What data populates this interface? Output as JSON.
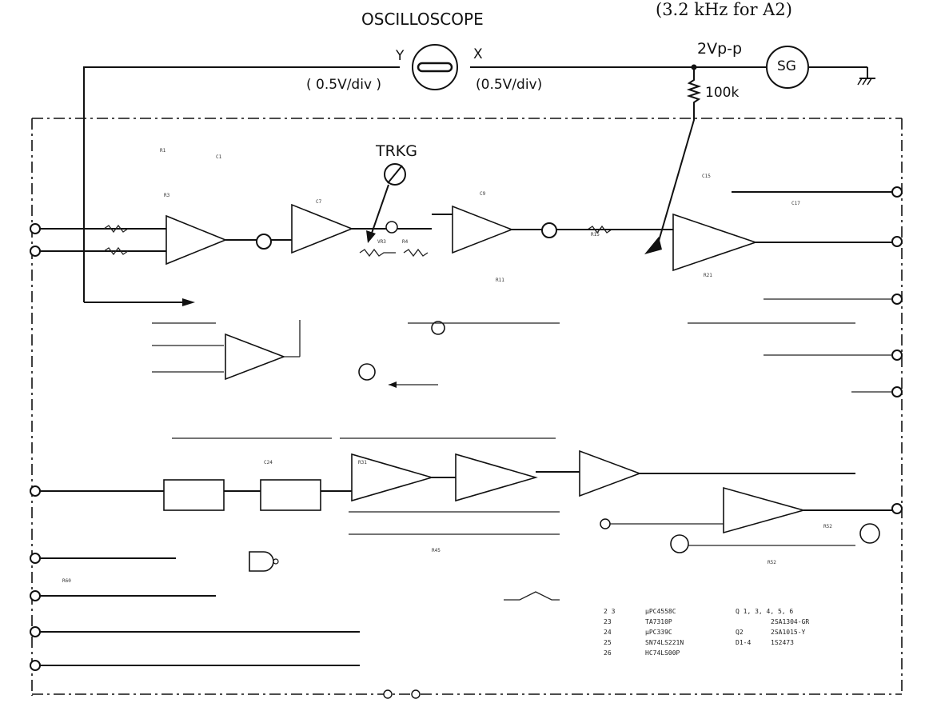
{
  "header": {
    "instrument_label": "OSCILLOSCOPE",
    "frequency_note": "(3.2 kHz for A2)",
    "y_channel": "Y",
    "x_channel": "X",
    "y_scale": "( 0.5V/div )",
    "x_scale": "(0.5V/div)",
    "signal_level": "2Vp-p",
    "signal_generator": "SG",
    "resistor_value": "100k",
    "trim_label": "TRKG"
  },
  "legend": [
    {
      "ref": "2  3",
      "part": "μPC4558C"
    },
    {
      "ref": "23",
      "part": "TA7310P"
    },
    {
      "ref": "24",
      "part": "μPC339C"
    },
    {
      "ref": "25",
      "part": "SN74LS221N"
    },
    {
      "ref": "26",
      "part": "HC74LS00P"
    }
  ],
  "legend_right": [
    {
      "ref": "Q  1, 3, 4, 5, 6",
      "part": ""
    },
    {
      "ref": "",
      "part": "2SA1304-GR"
    },
    {
      "ref": "Q2",
      "part": "2SA1015-Y"
    },
    {
      "ref": "D1-4",
      "part": "1S2473"
    }
  ],
  "colors": {
    "ink": "#111111",
    "paper": "#ffffff"
  },
  "icons": {
    "oscilloscope": "oscilloscope-symbol-icon",
    "signal_generator": "signal-generator-icon",
    "ground": "ground-icon",
    "trimmer": "trimmer-potentiometer-icon"
  }
}
